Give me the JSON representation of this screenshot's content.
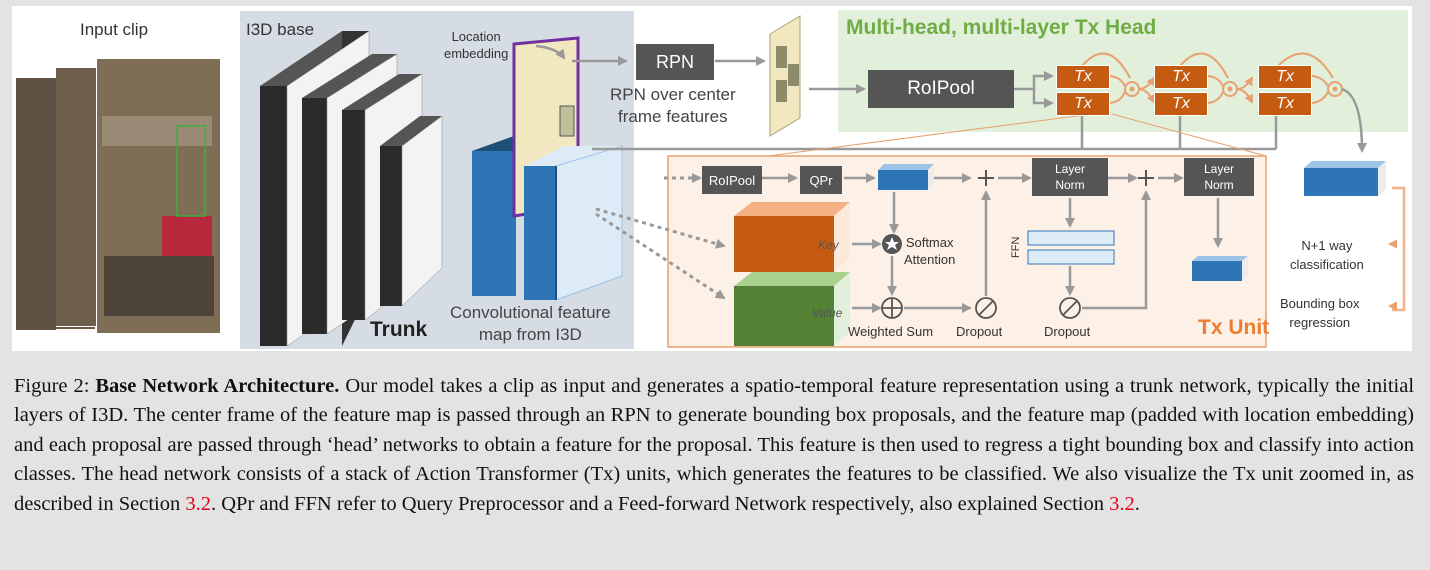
{
  "figure": {
    "labels": {
      "input_clip": "Input clip",
      "i3d_base": "I3D base",
      "trunk": "Trunk",
      "location_embedding": "Location\nembedding",
      "rpn": "RPN",
      "rpn_desc": "RPN over center\nframe features",
      "conv_feature_map": "Convolutional feature\nmap from I3D",
      "head_title": "Multi-head, multi-layer Tx Head",
      "roipool": "RoIPool",
      "tx": "Tx",
      "tx_unit": "Tx Unit",
      "roipool_small": "RoIPool",
      "qpr": "QPr",
      "key": "Key",
      "value": "Value",
      "softmax_attention": "Softmax\nAttention",
      "weighted_sum": "Weighted Sum",
      "dropout": "Dropout",
      "layer_norm": "Layer\nNorm",
      "ffn": "FFN",
      "classification": "N+1 way\nclassification",
      "bbox_regression": "Bounding box\nregression"
    },
    "colors": {
      "orange": "#c55a11",
      "blue": "#2e75b6",
      "green_panel": "#e2efda",
      "green_title": "#70ad47",
      "trunk_panel": "#d6dce4",
      "tx_unit_bg": "#fdf0e6",
      "value_green": "#548235",
      "dark_box": "#555555"
    }
  },
  "caption": {
    "label": "Figure 2:",
    "title": "Base Network Architecture.",
    "text_1": "Our model takes a clip as input and generates a spatio-temporal feature representation using a trunk network, typically the initial layers of I3D. The center frame of the feature map is passed through an RPN to generate bounding box proposals, and the feature map (padded with location embedding) and each proposal are passed through ‘head’ networks to obtain a feature for the proposal. This feature is then used to regress a tight bounding box and classify into action classes. The head network consists of a stack of Action Transformer (Tx) units, which generates the features to be classified. We also visualize the Tx unit zoomed in, as described in Section",
    "ref_1": "3.2",
    "text_2": ". QPr and FFN refer to Query Preprocessor and a Feed-forward Network respectively, also explained Section",
    "ref_2": "3.2",
    "text_3": "."
  }
}
